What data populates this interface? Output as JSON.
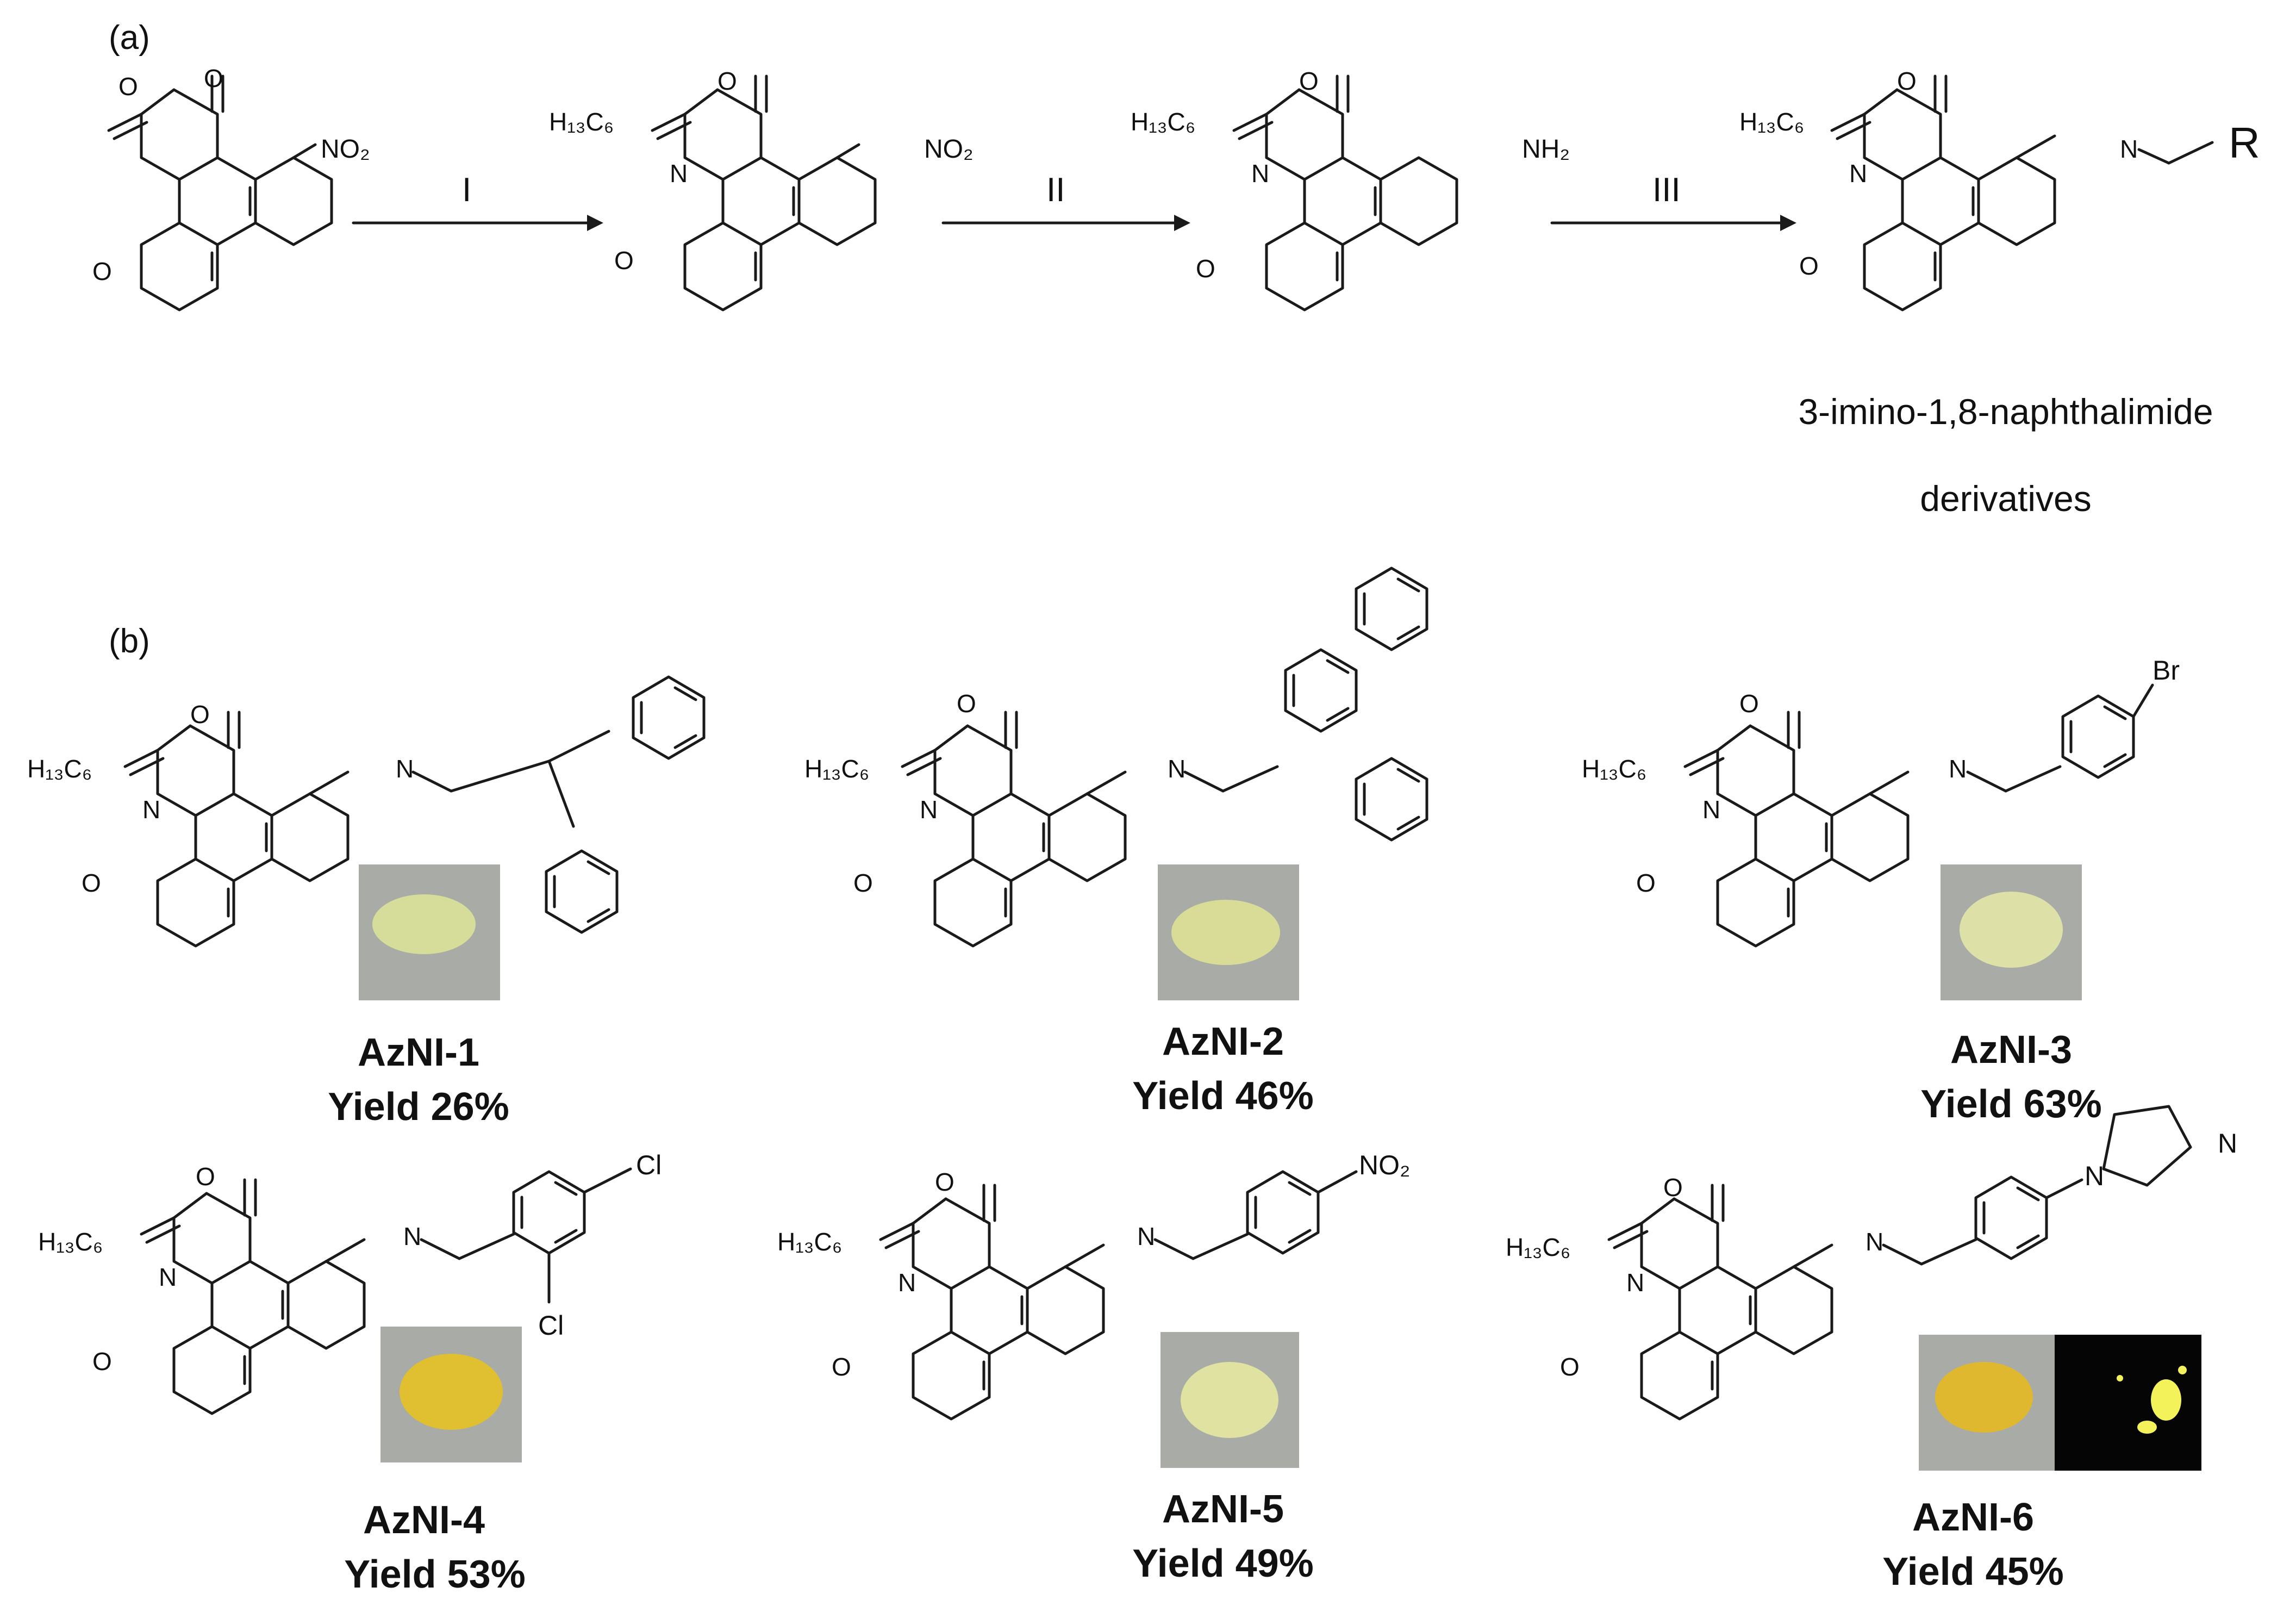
{
  "panel_a": {
    "label": "(a)",
    "atoms": {
      "nitro": "NO₂",
      "amine": "NH₂",
      "oxygen": "O",
      "nitrogen": "N",
      "hexyl": "H₁₃C₆",
      "r_group": "R"
    },
    "steps": [
      "I",
      "II",
      "III"
    ],
    "product_caption_line1": "3-imino-1,8-naphthalimide",
    "product_caption_line2": "derivatives"
  },
  "panel_b": {
    "label": "(b)",
    "compounds": [
      {
        "id": "AzNI-1",
        "yield": "Yield 26%",
        "photo": "#d6dc9a"
      },
      {
        "id": "AzNI-2",
        "yield": "Yield 46%",
        "photo": "#d8dc96"
      },
      {
        "id": "AzNI-3",
        "yield": "Yield 63%",
        "photo": "#dde1a8"
      },
      {
        "id": "AzNI-4",
        "yield": "Yield 53%",
        "photo": "#e0c030",
        "substituents": [
          "Cl",
          "Cl"
        ]
      },
      {
        "id": "AzNI-5",
        "yield": "Yield 49%",
        "photo": "#dfe2a0",
        "substituents": [
          "NO₂"
        ]
      },
      {
        "id": "AzNI-6",
        "yield": "Yield 45%",
        "photo": "#e0b830",
        "substituents": [
          "N",
          "N"
        ]
      }
    ],
    "bromo": "Br"
  },
  "colors": {
    "photo_background": "#a9aba6",
    "fluorescence_background": "#050505",
    "fluorescence_glow": "#f4f25a"
  }
}
